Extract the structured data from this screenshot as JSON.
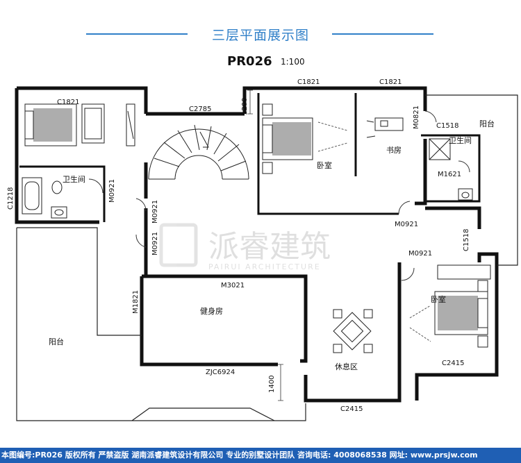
{
  "title": "三层平面展示图",
  "plan_code": "PR026",
  "scale": "1:100",
  "watermark": {
    "cn": "派睿建筑",
    "en": "PAIRUI ARCHITECTURE"
  },
  "rooms": {
    "balcony_left": "阳台",
    "bathroom_nw": "卫生间",
    "bedroom_n": "卧室",
    "study": "书房",
    "balcony_ne": "阳台",
    "bathroom_e": "卫生间",
    "bedroom_se": "卧室",
    "gym": "健身房",
    "lounge": "休息区"
  },
  "labels": {
    "c1821_nw": "C1821",
    "c1218": "C1218",
    "m0921_bath": "M0921",
    "m0921_hall_a": "M0921",
    "m0921_hall_b": "M0921",
    "c2785": "C2785",
    "dim_1200": "1200",
    "c1821_bed": "C1821",
    "c1821_study": "C1821",
    "m0821": "M0821",
    "c1518_top": "C1518",
    "m1621": "M1621",
    "m0921_bed": "M0921",
    "c1518_side": "C1518",
    "m0921_se": "M0921",
    "m1821": "M1821",
    "m3021": "M3021",
    "zjc6924": "ZJC6924",
    "dim_1400": "1400",
    "c2415_se": "C2415",
    "c2415_bottom": "C2415"
  },
  "footer": "本图编号:PR026 版权所有 严禁盗版 湖南派睿建筑设计有限公司 专业的别墅设计团队 咨询电话: 4008068538 网址: www.prsjw.com",
  "colors": {
    "accent": "#2f7fc8",
    "footer_bg": "#1f5fb4",
    "wall": "#111111"
  }
}
